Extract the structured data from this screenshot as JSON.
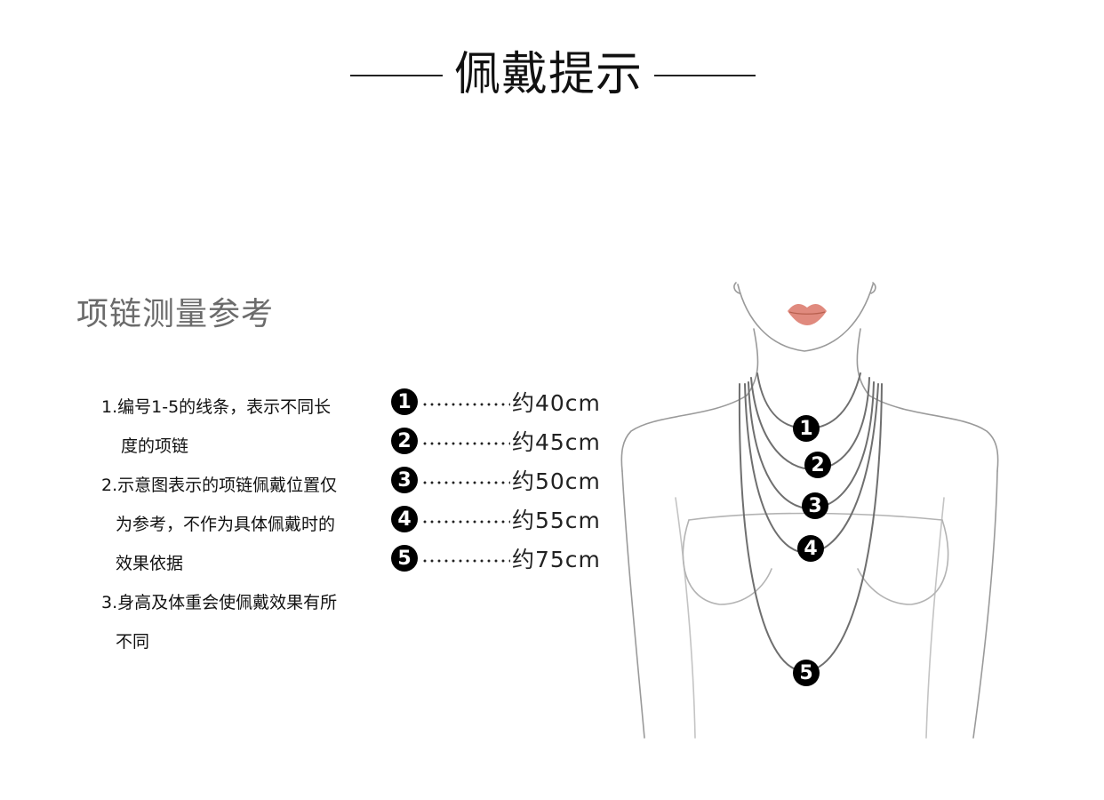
{
  "header": {
    "title": "佩戴提示"
  },
  "section": {
    "subtitle": "项链测量参考"
  },
  "notes": [
    "1.编号1-5的线条，表示不同长",
    "度的项链",
    "2.示意图表示的项链佩戴位置仅",
    "为参考，不作为具体佩戴时的",
    "效果依据",
    "3.身高及体重会使佩戴效果有所",
    "不同"
  ],
  "legend": [
    {
      "number": "1",
      "length": "约40cm"
    },
    {
      "number": "2",
      "length": "约45cm"
    },
    {
      "number": "3",
      "length": "约50cm"
    },
    {
      "number": "4",
      "length": "约55cm"
    },
    {
      "number": "5",
      "length": "约75cm"
    }
  ],
  "colors": {
    "lips": "#e08a7e",
    "outline": "#8a8a8a",
    "text": "#111111",
    "subtitle": "#6b6b6b"
  }
}
